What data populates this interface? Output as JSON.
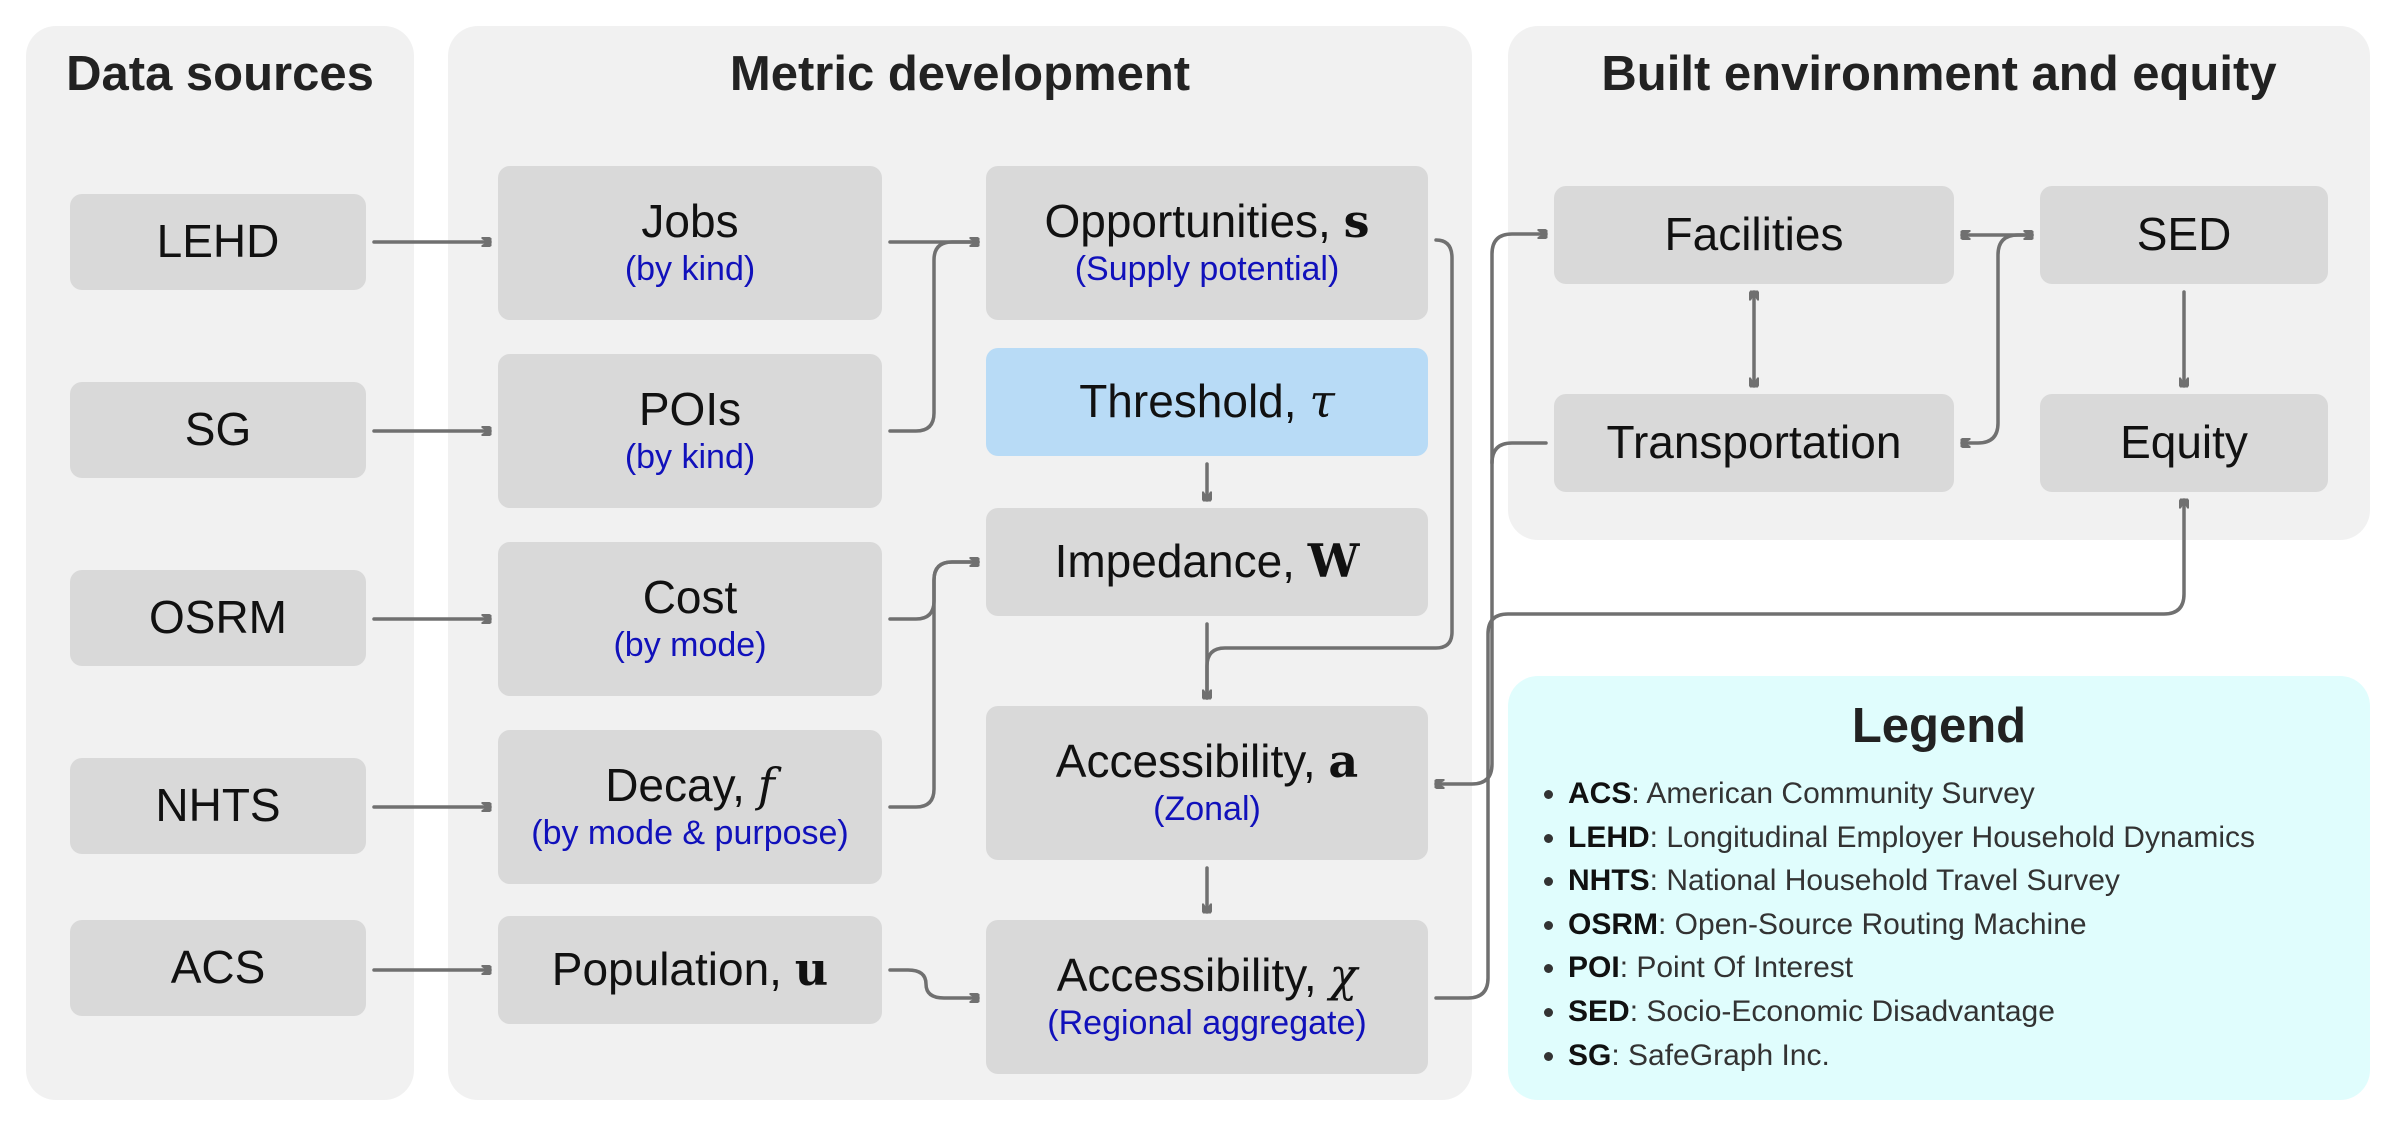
{
  "panels": {
    "sources": "Data sources",
    "metric": "Metric development",
    "built": "Built environment and equity"
  },
  "sources": {
    "lehd": "LEHD",
    "sg": "SG",
    "osrm": "OSRM",
    "nhts": "NHTS",
    "acs": "ACS"
  },
  "inputs": {
    "jobs": {
      "label": "Jobs",
      "sub": "(by kind)"
    },
    "pois": {
      "label": "POIs",
      "sub": "(by kind)"
    },
    "cost": {
      "label": "Cost",
      "sub": "(by mode)"
    },
    "decay": {
      "label": "Decay, ",
      "symbol": "f",
      "sub": "(by mode & purpose)"
    },
    "population": {
      "label": "Population, ",
      "symbol": "u"
    }
  },
  "metrics": {
    "opportunities": {
      "label": "Opportunities, ",
      "symbol": "s",
      "sub": "(Supply potential)"
    },
    "threshold": {
      "label": "Threshold, ",
      "symbol": "τ"
    },
    "impedance": {
      "label": "Impedance, ",
      "symbol": "W"
    },
    "access_zonal": {
      "label": "Accessibility, ",
      "symbol": "a",
      "sub": "(Zonal)"
    },
    "access_regional": {
      "label": "Accessibility, ",
      "symbol": "χ",
      "sub": "(Regional aggregate)"
    }
  },
  "built": {
    "facilities": "Facilities",
    "sed": "SED",
    "transportation": "Transportation",
    "equity": "Equity"
  },
  "legend": {
    "title": "Legend",
    "items": [
      {
        "abbr": "ACS",
        "text": ": American Community Survey"
      },
      {
        "abbr": "LEHD",
        "text": ": Longitudinal Employer Household Dynamics"
      },
      {
        "abbr": "NHTS",
        "text": ": National Household Travel Survey"
      },
      {
        "abbr": "OSRM",
        "text": ": Open-Source Routing Machine"
      },
      {
        "abbr": "POI",
        "text": ": Point Of Interest"
      },
      {
        "abbr": "SED",
        "text": ": Socio-Economic Disadvantage"
      },
      {
        "abbr": "SG",
        "text": ": SafeGraph Inc."
      }
    ]
  },
  "colors": {
    "panel": "#f1f1f1",
    "node": "#d9d9d9",
    "threshold_node": "#b8dbf6",
    "legend_bg": "#e0fdfd",
    "subtitle_text": "#1111bb",
    "arrow": "#707070"
  }
}
